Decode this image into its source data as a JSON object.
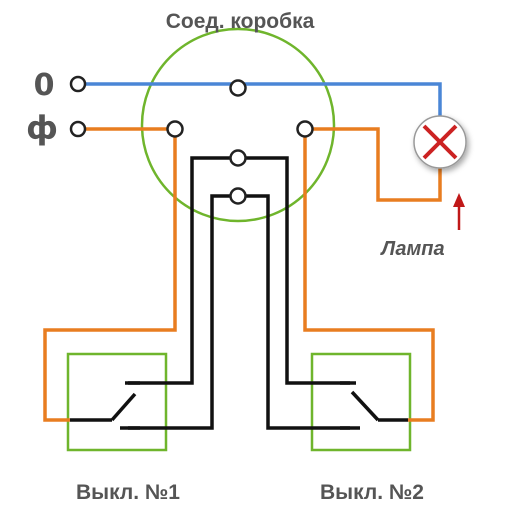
{
  "labels": {
    "junction_box": "Соед. коробка",
    "neutral": "0",
    "phase": "ф",
    "lamp": "Лампа",
    "switch1": "Выкл. №1",
    "switch2": "Выкл. №2"
  },
  "colors": {
    "neutral_wire": "#4a86d6",
    "phase_wire": "#e87d20",
    "switch_wire": "#111111",
    "box_outline": "#6fb52c",
    "lamp_cross": "#cc2222",
    "arrow": "#c01818",
    "text": "#555555"
  }
}
